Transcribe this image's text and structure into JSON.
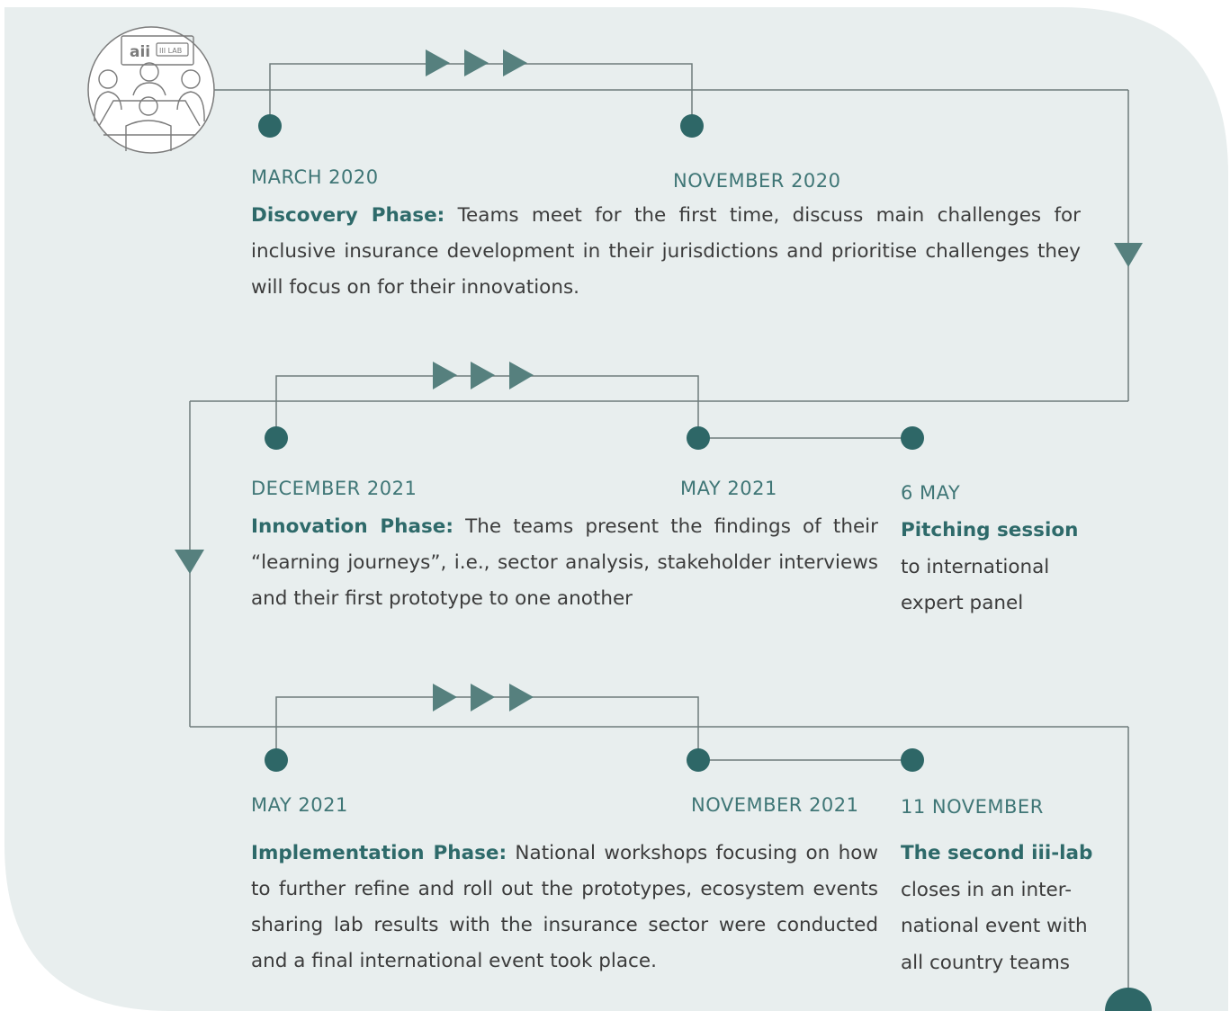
{
  "colors": {
    "background_panel": "#e8eeee",
    "line": "#6f7c7c",
    "dot": "#2e6767",
    "arrow": "#56807e",
    "heading": "#2e6a6a",
    "date": "#3f7676",
    "body_text": "#3c3c3c"
  },
  "icon": {
    "name": "team-meeting-icon",
    "logo_text": "aii",
    "badge_text": "III LAB"
  },
  "phases": [
    {
      "start_date": "MARCH 2020",
      "end_date": "NOVEMBER 2020",
      "title": "Discovery Phase:",
      "description": " Teams meet for the first time, discuss main challenges for inclusive insurance development in their jurisdictions and prioritise challenges they will focus on for their innovations."
    },
    {
      "start_date": "DECEMBER 2021",
      "end_date": "MAY 2021",
      "title": "Innovation Phase:",
      "description": " The teams present the findings of their “learning journeys”, i.e., sector analysis, stakeholder interviews and their first prototype to one another",
      "event": {
        "date": "6 MAY",
        "title": "Pitching session",
        "lines": [
          "to international",
          "expert panel"
        ]
      }
    },
    {
      "start_date": "MAY 2021",
      "end_date": "NOVEMBER 2021",
      "title": "Implementation Phase:",
      "description": " National workshops focusing on how to further refine and roll out the prototypes, ecosystem events sharing lab results with the insurance sector were conducted and a final international event took place.",
      "event": {
        "date": "11 NOVEMBER",
        "title": "The second iii-lab",
        "lines": [
          "closes in an inter-",
          "national event with",
          "all country teams"
        ]
      }
    }
  ]
}
